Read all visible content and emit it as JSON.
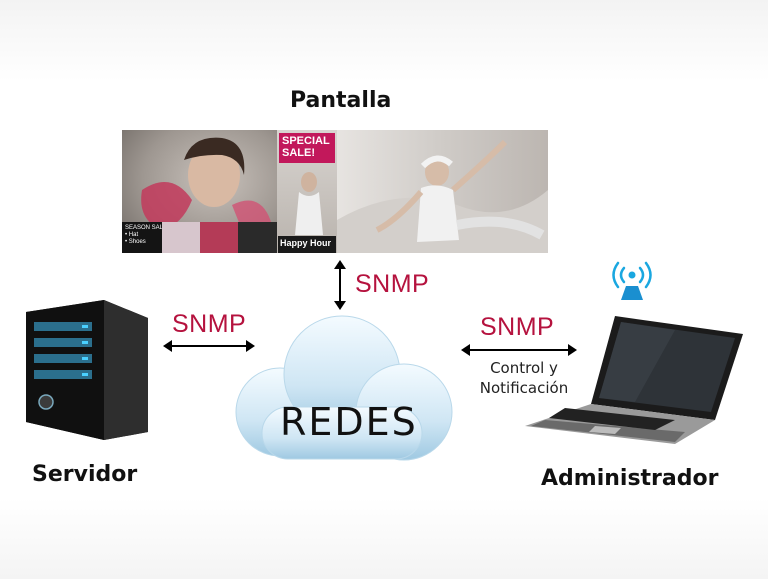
{
  "labels": {
    "display": "Pantalla",
    "server": "Servidor",
    "admin": "Administrador",
    "network": "REDES"
  },
  "protocol": {
    "display_link": "SNMP",
    "server_link": "SNMP",
    "admin_link": "SNMP",
    "admin_link_sub_line1": "Control y",
    "admin_link_sub_line2": "Notificación"
  },
  "banner": {
    "season_line1": "SEASON SALE",
    "season_line2": "• Hat",
    "season_line3": "• Shoes",
    "special_line1": "SPECIAL",
    "special_line2": "SALE!",
    "happy": "Happy Hour"
  },
  "colors": {
    "snmp_text": "#b5123e",
    "cloud_fill": "#cfe6f4",
    "wifi_icon": "#1aa7e0",
    "special_badge": "#c2185b"
  }
}
